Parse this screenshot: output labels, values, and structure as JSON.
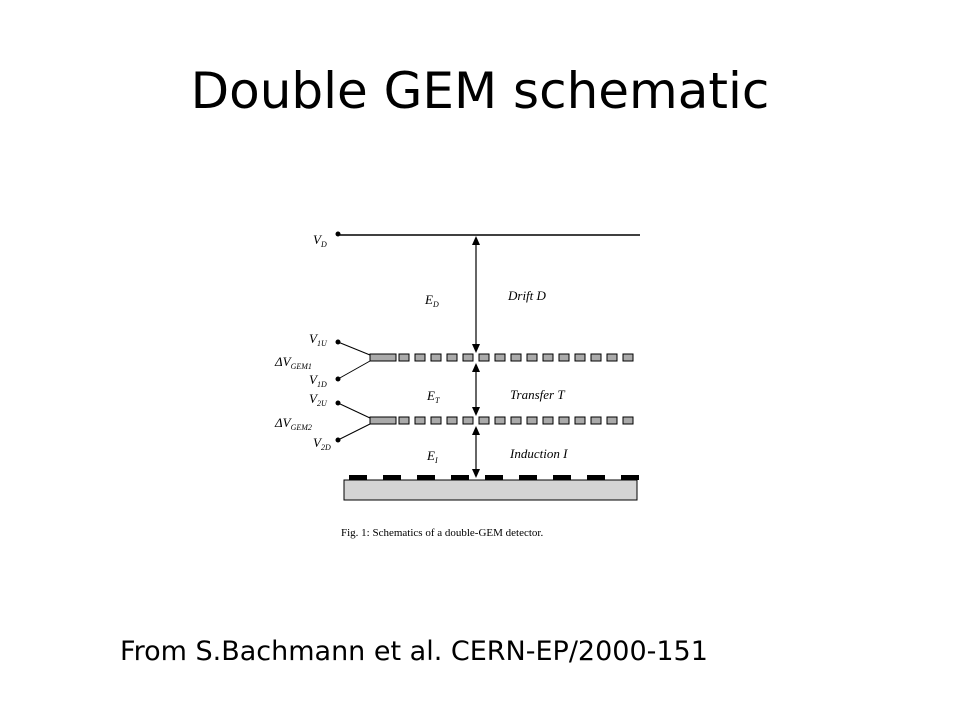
{
  "title": "Double GEM schematic",
  "source": "From S.Bachmann et al. CERN-EP/2000-151",
  "diagram": {
    "voltages": {
      "vd": {
        "main": "V",
        "sub": "D"
      },
      "v1u": {
        "main": "V",
        "sub": "1U"
      },
      "dv1": {
        "main": "ΔV",
        "sub": "GEM1"
      },
      "v1d": {
        "main": "V",
        "sub": "1D"
      },
      "v2u": {
        "main": "V",
        "sub": "2U"
      },
      "dv2": {
        "main": "ΔV",
        "sub": "GEM2"
      },
      "v2d": {
        "main": "V",
        "sub": "2D"
      }
    },
    "fields": {
      "ed": {
        "main": "E",
        "sub": "D"
      },
      "et": {
        "main": "E",
        "sub": "T"
      },
      "ei": {
        "main": "E",
        "sub": "I"
      }
    },
    "regions": {
      "drift": "Drift  D",
      "transfer": "Transfer  T",
      "induction": "Induction  I"
    },
    "caption": "Fig. 1: Schematics of a double-GEM detector."
  }
}
